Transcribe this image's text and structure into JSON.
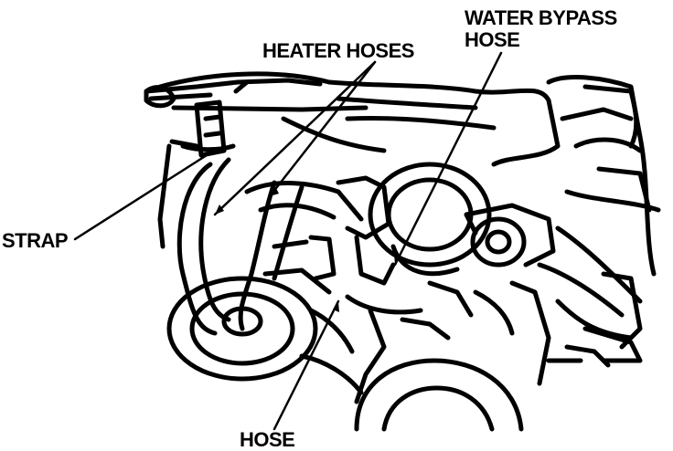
{
  "labels": {
    "water_bypass_line1": "WATER BYPASS",
    "water_bypass_line2": "HOSE",
    "heater_hoses": "HEATER HOSES",
    "strap": "STRAP",
    "hose": "HOSE"
  },
  "colors": {
    "ink": "#000000",
    "paper": "#ffffff"
  }
}
